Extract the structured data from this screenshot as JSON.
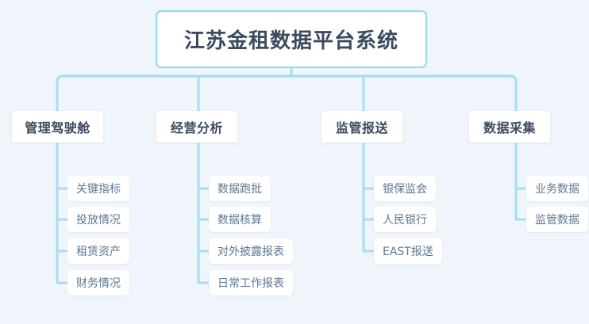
{
  "diagram": {
    "type": "org-tree",
    "orientation": "top-down",
    "background_color": "#eff5fa",
    "connector_color": "#a5ddf3",
    "root_border_color": "#8ed8f8",
    "node_background": "#ffffff",
    "title_text_color": "#3c4a60",
    "leaf_text_color": "#5e7792",
    "root": {
      "label": "江苏金租数据平台系统"
    },
    "branches": [
      {
        "label": "管理驾驶舱",
        "children": [
          {
            "label": "关键指标"
          },
          {
            "label": "投放情况"
          },
          {
            "label": "租赁资产"
          },
          {
            "label": "财务情况"
          }
        ]
      },
      {
        "label": "经营分析",
        "children": [
          {
            "label": "数据跑批"
          },
          {
            "label": "数据核算"
          },
          {
            "label": "对外披露报表"
          },
          {
            "label": "日常工作报表"
          }
        ]
      },
      {
        "label": "监管报送",
        "children": [
          {
            "label": "银保监会"
          },
          {
            "label": "人民银行"
          },
          {
            "label": "EAST报送"
          }
        ]
      },
      {
        "label": "数据采集",
        "children": [
          {
            "label": "业务数据"
          },
          {
            "label": "监管数据"
          }
        ]
      }
    ]
  }
}
